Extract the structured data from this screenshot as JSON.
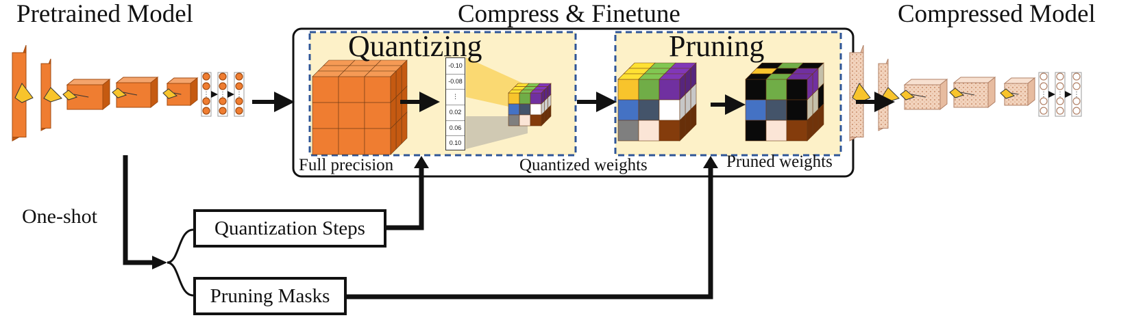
{
  "titles": {
    "pretrained": "Pretrained Model",
    "compress": "Compress & Finetune",
    "compressed": "Compressed Model"
  },
  "stages": {
    "quantizing": "Quantizing",
    "pruning": "Pruning"
  },
  "captions": {
    "full_precision": "Full precision",
    "quantized_weights": "Quantized weights",
    "pruned_weights": "Pruned weights",
    "one_shot": "One-shot"
  },
  "boxes": {
    "quantization_steps": "Quantization Steps",
    "pruning_masks": "Pruning Masks"
  },
  "quant_vector": [
    "-0.10",
    "-0.08",
    "⋮",
    "0.02",
    "0.06",
    "0.10"
  ],
  "colors": {
    "orange": "#ef7d31",
    "orange_dark": "#c55a11",
    "cream": "#fdf1c8",
    "pale_model": "#f0c9b0",
    "dash_blue": "#2e5597",
    "yellow": "#f8c42c",
    "green": "#70ad47",
    "purple": "#7030a0",
    "blue": "#4472c4",
    "slate": "#44546a",
    "gray": "#7f7f7f",
    "peach": "#fbe5d6",
    "brown": "#843c0c",
    "black": "#0a0a0a"
  }
}
